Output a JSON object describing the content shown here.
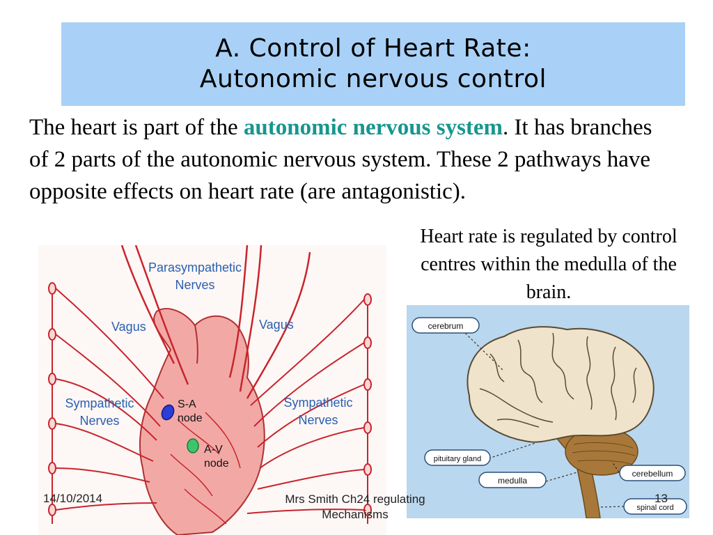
{
  "slide": {
    "title_line1": "A.  Control of Heart Rate:",
    "title_line2": "Autonomic nervous control",
    "body_pre": "The heart is part of the ",
    "body_highlight": "autonomic nervous system",
    "body_post": ". It has branches of 2 parts of the autonomic nervous system. These 2 pathways have opposite effects on heart rate (are antagonistic).",
    "side_note": "Heart rate is regulated by control centres within the medulla of the brain.",
    "highlight_color": "#17968e",
    "title_bg_color": "#a9d1f7"
  },
  "heart_diagram": {
    "label_parasympathetic_1": "Parasympathetic",
    "label_parasympathetic_2": "Nerves",
    "label_vagus_left": "Vagus",
    "label_vagus_right": "Vagus",
    "label_sympathetic_left_1": "Sympathetic",
    "label_sympathetic_left_2": "Nerves",
    "label_sympathetic_right_1": "Sympathetic",
    "label_sympathetic_right_2": "Nerves",
    "label_sa_1": "S-A",
    "label_sa_2": "node",
    "label_av_1": "A-V",
    "label_av_2": "node",
    "nerve_color": "#c8242b",
    "label_color": "#2a5fb0"
  },
  "brain_diagram": {
    "label_cerebrum": "cerebrum",
    "label_pituitary": "pituitary gland",
    "label_medulla": "medulla",
    "label_cerebellum": "cerebellum",
    "label_spinal_cord": "spinal cord",
    "bg_color": "#b9d7ee"
  },
  "footer": {
    "date": "14/10/2014",
    "center_line1": "Mrs Smith Ch24 regulating",
    "center_line2": "Mechanisms",
    "page_number": "13"
  }
}
